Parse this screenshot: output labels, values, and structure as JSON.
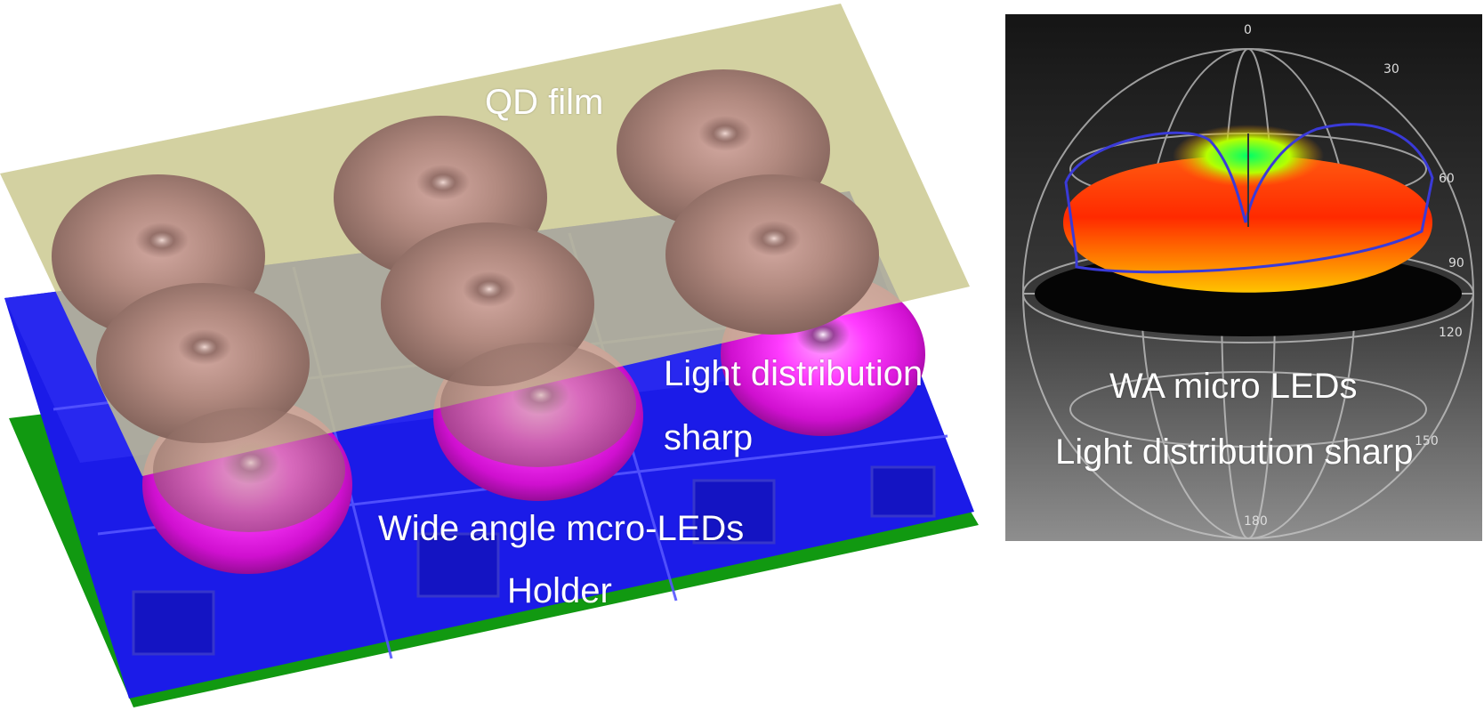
{
  "labels": {
    "qd_film": "QD film",
    "light_distribution_line1": "Light distribution",
    "light_distribution_line2": "sharp",
    "wide_angle_leds": "Wide angle mcro-LEDs",
    "holder": "Holder",
    "wa_leds": "WA micro  LEDs",
    "wa_light_distribution": "Light distribution sharp"
  },
  "polar_ticks": [
    "0",
    "30",
    "60",
    "90",
    "120",
    "150",
    "180"
  ],
  "colors": {
    "qd_film": "#c8c68a",
    "holder_blue": "#1e1ee6",
    "substrate_green": "#119911",
    "led_torus_magenta": "#e21de2",
    "led_torus_filtered": "#b88a82",
    "panel_bg_top": "#1c1c1c",
    "panel_bg_bottom": "#8a8a8a",
    "distribution_outline": "#3a3ad8"
  }
}
